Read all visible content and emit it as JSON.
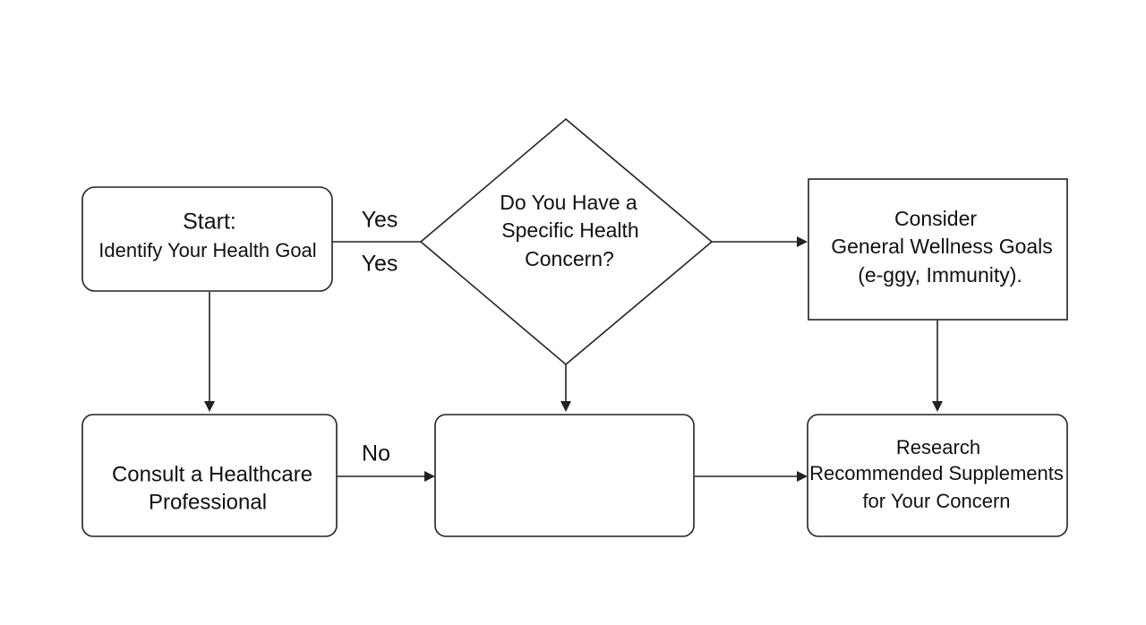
{
  "nodes": {
    "start": {
      "lines": [
        "Start:",
        "Identify Your Health Goal"
      ]
    },
    "decision": {
      "lines": [
        "Do You Have a",
        "Specific Health",
        "Concern?"
      ]
    },
    "wellness": {
      "lines": [
        "Consider",
        "General Wellness Goals",
        "(e-ggy, Immunity)."
      ]
    },
    "consult": {
      "lines": [
        "Consult a Healthcare",
        "Professional"
      ]
    },
    "middle": {
      "lines": []
    },
    "research": {
      "lines": [
        "Research",
        "Recommended Supplements",
        "for Your Concern"
      ]
    }
  },
  "edge_labels": {
    "yes_top": "Yes",
    "yes_bottom": "Yes",
    "no": "No"
  },
  "colors": {
    "stroke": "#222222",
    "text": "#111111",
    "background": "#ffffff"
  }
}
